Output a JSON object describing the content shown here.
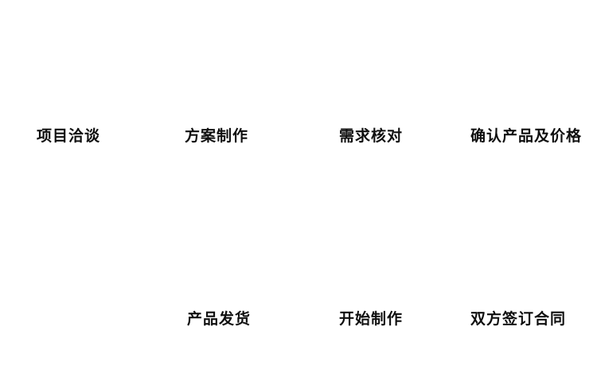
{
  "page": {
    "background_color": "#ffffff",
    "text_color": "#0f0f0f"
  },
  "process_flow": {
    "top_row": [
      {
        "label": "项目洽谈"
      },
      {
        "label": "方案制作"
      },
      {
        "label": "需求核对"
      },
      {
        "label": "确认产品及价格"
      }
    ],
    "bottom_row": [
      {
        "label": "产品发货"
      },
      {
        "label": "开始制作"
      },
      {
        "label": "双方签订合同"
      }
    ]
  }
}
